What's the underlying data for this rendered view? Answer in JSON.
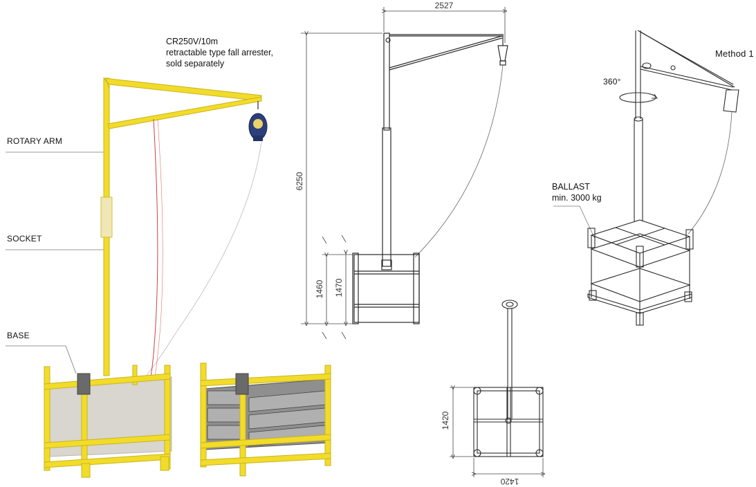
{
  "labels": {
    "rotary_arm": "ROTARY ARM",
    "socket": "SOCKET",
    "base": "BASE",
    "fall_arrester": "CR250V/10m\nretractable type fall arrester,\nsold separately",
    "ballast": "BALLAST\nmin. 3000 kg",
    "method": "Method 1",
    "rotation": "360°"
  },
  "dimensions": {
    "arm_reach": "2527",
    "total_height": "6250",
    "base_height_a": "1460",
    "base_height_b": "1470",
    "base_width": "1420",
    "base_depth": "1420"
  },
  "colors": {
    "structure_yellow": "#f2dc2a",
    "structure_yellow_dark": "#c9b31c",
    "line_drawing": "#2a2a2a",
    "lifeline_red": "#d04040",
    "concrete": "#d8d6cf"
  }
}
